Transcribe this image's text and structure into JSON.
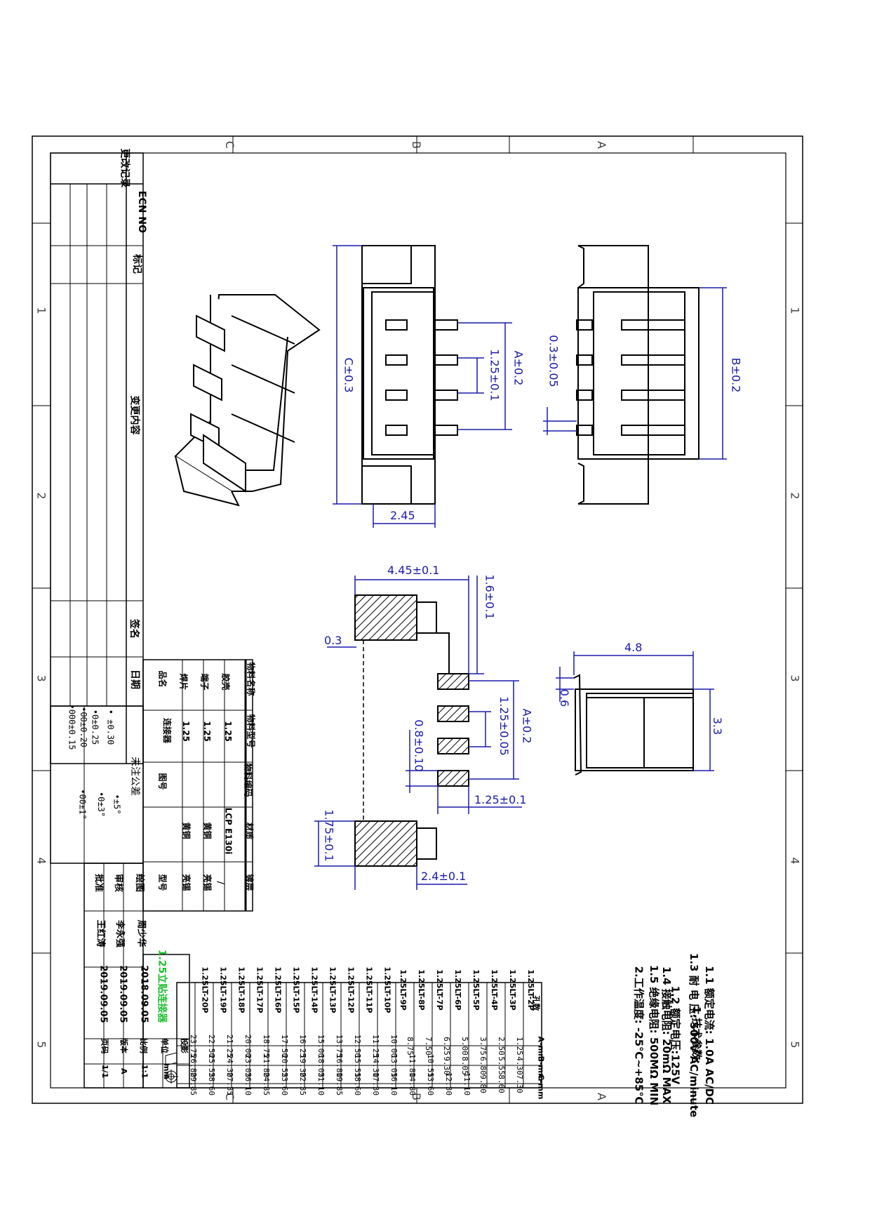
{
  "zones": {
    "cols": [
      "C",
      "B",
      "A"
    ],
    "rows": [
      "1",
      "2",
      "3",
      "4",
      "5"
    ]
  },
  "revision_block": {
    "title": "更改记录",
    "ecn": "ECN NO",
    "mark": "标记",
    "content": "变更内容",
    "sign": "签名",
    "date": "日期"
  },
  "tolerance": {
    "title": "未注公差",
    "lines": [
      "• ±0.30",
      "•0±0.25",
      "•00±0.20",
      "•000±0.15"
    ],
    "angles": [
      "•±5°",
      "•0±3°",
      "•00±1°"
    ]
  },
  "material_table": {
    "headers": [
      "物料名称",
      "物料型号",
      "物料编码",
      "材质",
      "镀层"
    ],
    "rows": [
      [
        "胶壳",
        "1.25",
        "",
        "LCP E130i",
        "/"
      ],
      [
        "端子",
        "1.25",
        "",
        "黄铜",
        "亮锡"
      ],
      [
        "焊片",
        "1.25",
        "",
        "黄铜",
        "亮锡"
      ]
    ],
    "name_label": "品名",
    "name_value": "连接器",
    "part_label": "图号",
    "model_label": "型号"
  },
  "approvals": {
    "rows": [
      {
        "role": "绘图",
        "name": "周少华",
        "date": "2018.09.05"
      },
      {
        "role": "审核",
        "name": "李永强",
        "date": "2019.09.05"
      },
      {
        "role": "批准",
        "name": "王红涛",
        "date": "2019.09.05"
      }
    ],
    "product_name": "1.25立贴连接器",
    "scale_label": "比例",
    "scale_value": "1:1",
    "unit_label": "单位",
    "unit_value": "mm",
    "projection_label": "投影",
    "version_label": "版本",
    "version_value": "A",
    "page_label": "页码",
    "page_value": "1/1"
  },
  "spec": {
    "title": "1.技术参数:",
    "lines": [
      "1.1 额定电流: 1.0A AC/DC",
      "1.2 额定电压:125V",
      "1.3 耐 电 压: 500V AC/minute",
      "1.4 接触电阻: 20mΩ MAX",
      "1.5 绝缘电阻: 500MΩ MIN",
      "2.工作温度: -25℃~+85℃"
    ]
  },
  "size_table": {
    "headers": [
      "孔数",
      "A-mm",
      "B-mm",
      "C-mm"
    ],
    "rows": [
      [
        "1.25LT-2P",
        "1.25",
        "4.30",
        "7.30"
      ],
      [
        "1.25LT-3P",
        "2.50",
        "5.55",
        "8.60"
      ],
      [
        "1.25LT-4P",
        "3.75",
        "6.80",
        "9.80"
      ],
      [
        "1.25LT-5P",
        "5.00",
        "8.05",
        "11.10"
      ],
      [
        "1.25LT-6P",
        "6.25",
        "9.30",
        "12.30"
      ],
      [
        "1.25LT-7P",
        "7.50",
        "10.55",
        "13.60"
      ],
      [
        "1.25LT-8P",
        "8.75",
        "11.80",
        "14.80"
      ],
      [
        "1.25LT-9P",
        "10.00",
        "13.05",
        "16.10"
      ],
      [
        "1.25LT-10P",
        "11.25",
        "14.30",
        "17.30"
      ],
      [
        "1.25LT-11P",
        "12.50",
        "15.55",
        "18.60"
      ],
      [
        "1.25LT-12P",
        "13.75",
        "16.80",
        "19.85"
      ],
      [
        "1.25LT-13P",
        "15.00",
        "18.05",
        "21.10"
      ],
      [
        "1.25LT-14P",
        "16.25",
        "19.30",
        "22.35"
      ],
      [
        "1.25LT-15P",
        "17.50",
        "20.55",
        "23.60"
      ],
      [
        "1.25LT-16P",
        "18.75",
        "21.80",
        "24.85"
      ],
      [
        "1.25LT-17P",
        "20.00",
        "23.05",
        "26.10"
      ],
      [
        "1.25LT-18P",
        "21.25",
        "24.30",
        "27.35"
      ],
      [
        "1.25LT-19P",
        "22.50",
        "25.55",
        "28.60"
      ],
      [
        "1.25LT-20P",
        "23.75",
        "26.80",
        "29.85"
      ]
    ]
  },
  "dims": {
    "c": "C±0.3",
    "a": "A±0.2",
    "p125": "1.25±0.1",
    "b": "B±0.2",
    "p03": "0.3±0.05",
    "d245": "2.45",
    "d445": "4.45±0.1",
    "d16": "1.6±0.1",
    "d03": "0.3",
    "d08": "0.8±0.10",
    "d125b": "1.25±0.05",
    "d125c": "1.25±0.1",
    "d175": "1.75±0.1",
    "d24": "2.4±0.1",
    "d48": "4.8",
    "d06": "0.6",
    "d33": "3.3"
  }
}
